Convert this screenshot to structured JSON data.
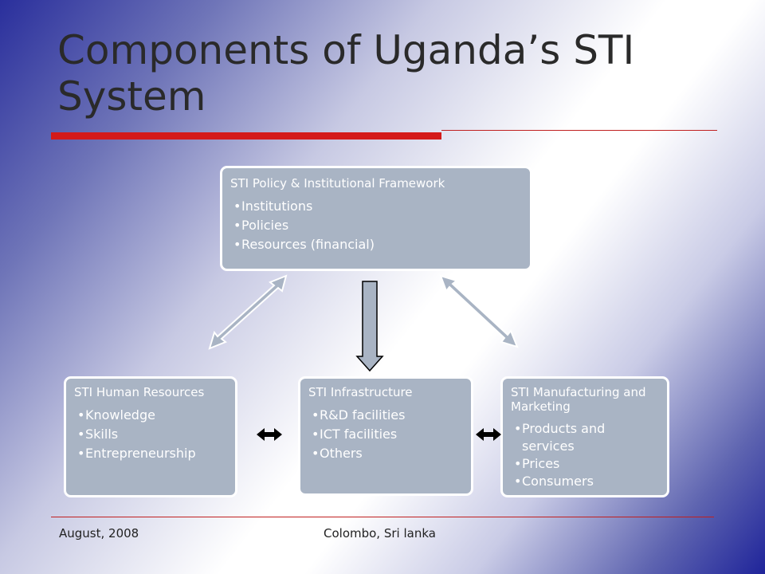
{
  "slide": {
    "title": "Components of Uganda’s STI System",
    "footer_left": "August, 2008",
    "footer_center": "Colombo, Sri lanka"
  },
  "boxes": {
    "policy": {
      "heading": "STI Policy & Institutional Framework",
      "items": [
        "Institutions",
        "Policies",
        "Resources (financial)"
      ]
    },
    "human_resources": {
      "heading": "STI Human Resources",
      "items": [
        "Knowledge",
        "Skills",
        "Entrepreneurship"
      ]
    },
    "infrastructure": {
      "heading": "STI Infrastructure",
      "items": [
        "R&D facilities",
        "ICT facilities",
        "Others"
      ]
    },
    "manufacturing": {
      "heading": "STI Manufacturing and Marketing",
      "items": [
        "Products and services",
        "Prices",
        "Consumers"
      ]
    }
  },
  "colors": {
    "box_fill": "#a9b4c4",
    "title_rule": "#d41a1a",
    "arrow_fill": "#a9b4c4",
    "arrow_dark": "#000000"
  }
}
